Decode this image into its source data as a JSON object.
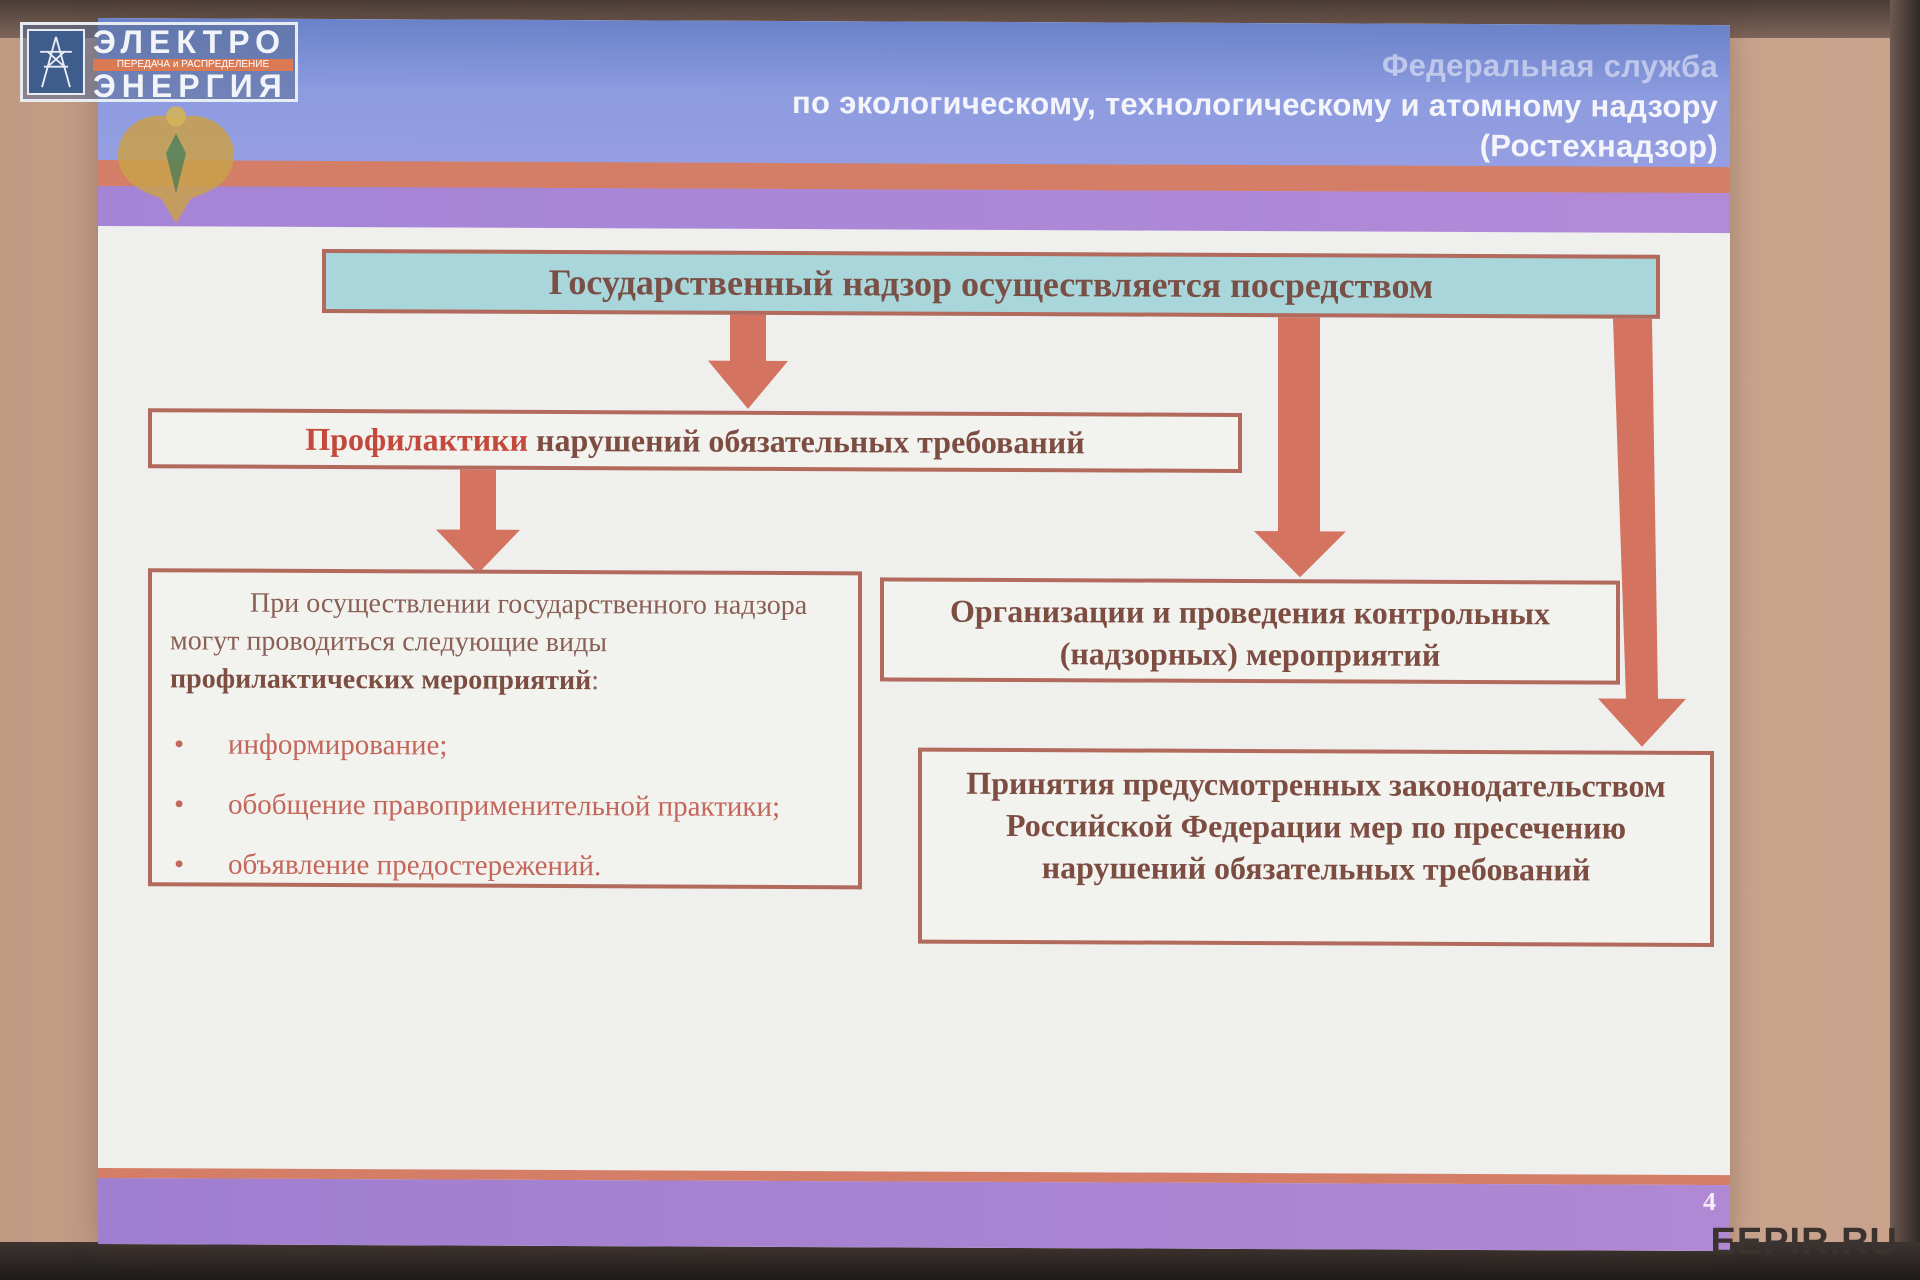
{
  "logo": {
    "line1": "ЭЛЕКТРО",
    "tagline": "ПЕРЕДАЧА и РАСПРЕДЕЛЕНИЕ",
    "line2": "ЭНЕРГИЯ"
  },
  "header": {
    "agency_line1": "Федеральная служба",
    "agency_line2": "по экологическому, технологическому и атомному надзору",
    "agency_line3": "(Ростехнадзор)"
  },
  "diagram": {
    "main": "Государственный надзор осуществляется посредством",
    "prevention_accent": "Профилактики",
    "prevention_rest": " нарушений обязательных требований",
    "events_intro_plain": "При осуществлении государственного надзора могут проводиться следующие виды ",
    "events_intro_bold": "профилактических мероприятий",
    "events_intro_end": ":",
    "events_items": [
      "информирование;",
      "обобщение правоприменительной практики;",
      "объявление предостережений."
    ],
    "control": "Организации и проведения контрольных (надзорных) мероприятий",
    "suppression": "Принятия предусмотренных законодательством Российской Федерации мер по пресечению нарушений обязательных требований"
  },
  "footer": {
    "slide_number": "4"
  },
  "watermark": "EEPIR.RU",
  "colors": {
    "accent_red": "#c3493c",
    "arrow": "#d4735f",
    "box_border": "#b26a5c",
    "header_blue": "#8d9bdf",
    "stripe_orange": "#d47e68",
    "stripe_violet": "#a584d6",
    "main_box_fill": "#a9d6db"
  }
}
